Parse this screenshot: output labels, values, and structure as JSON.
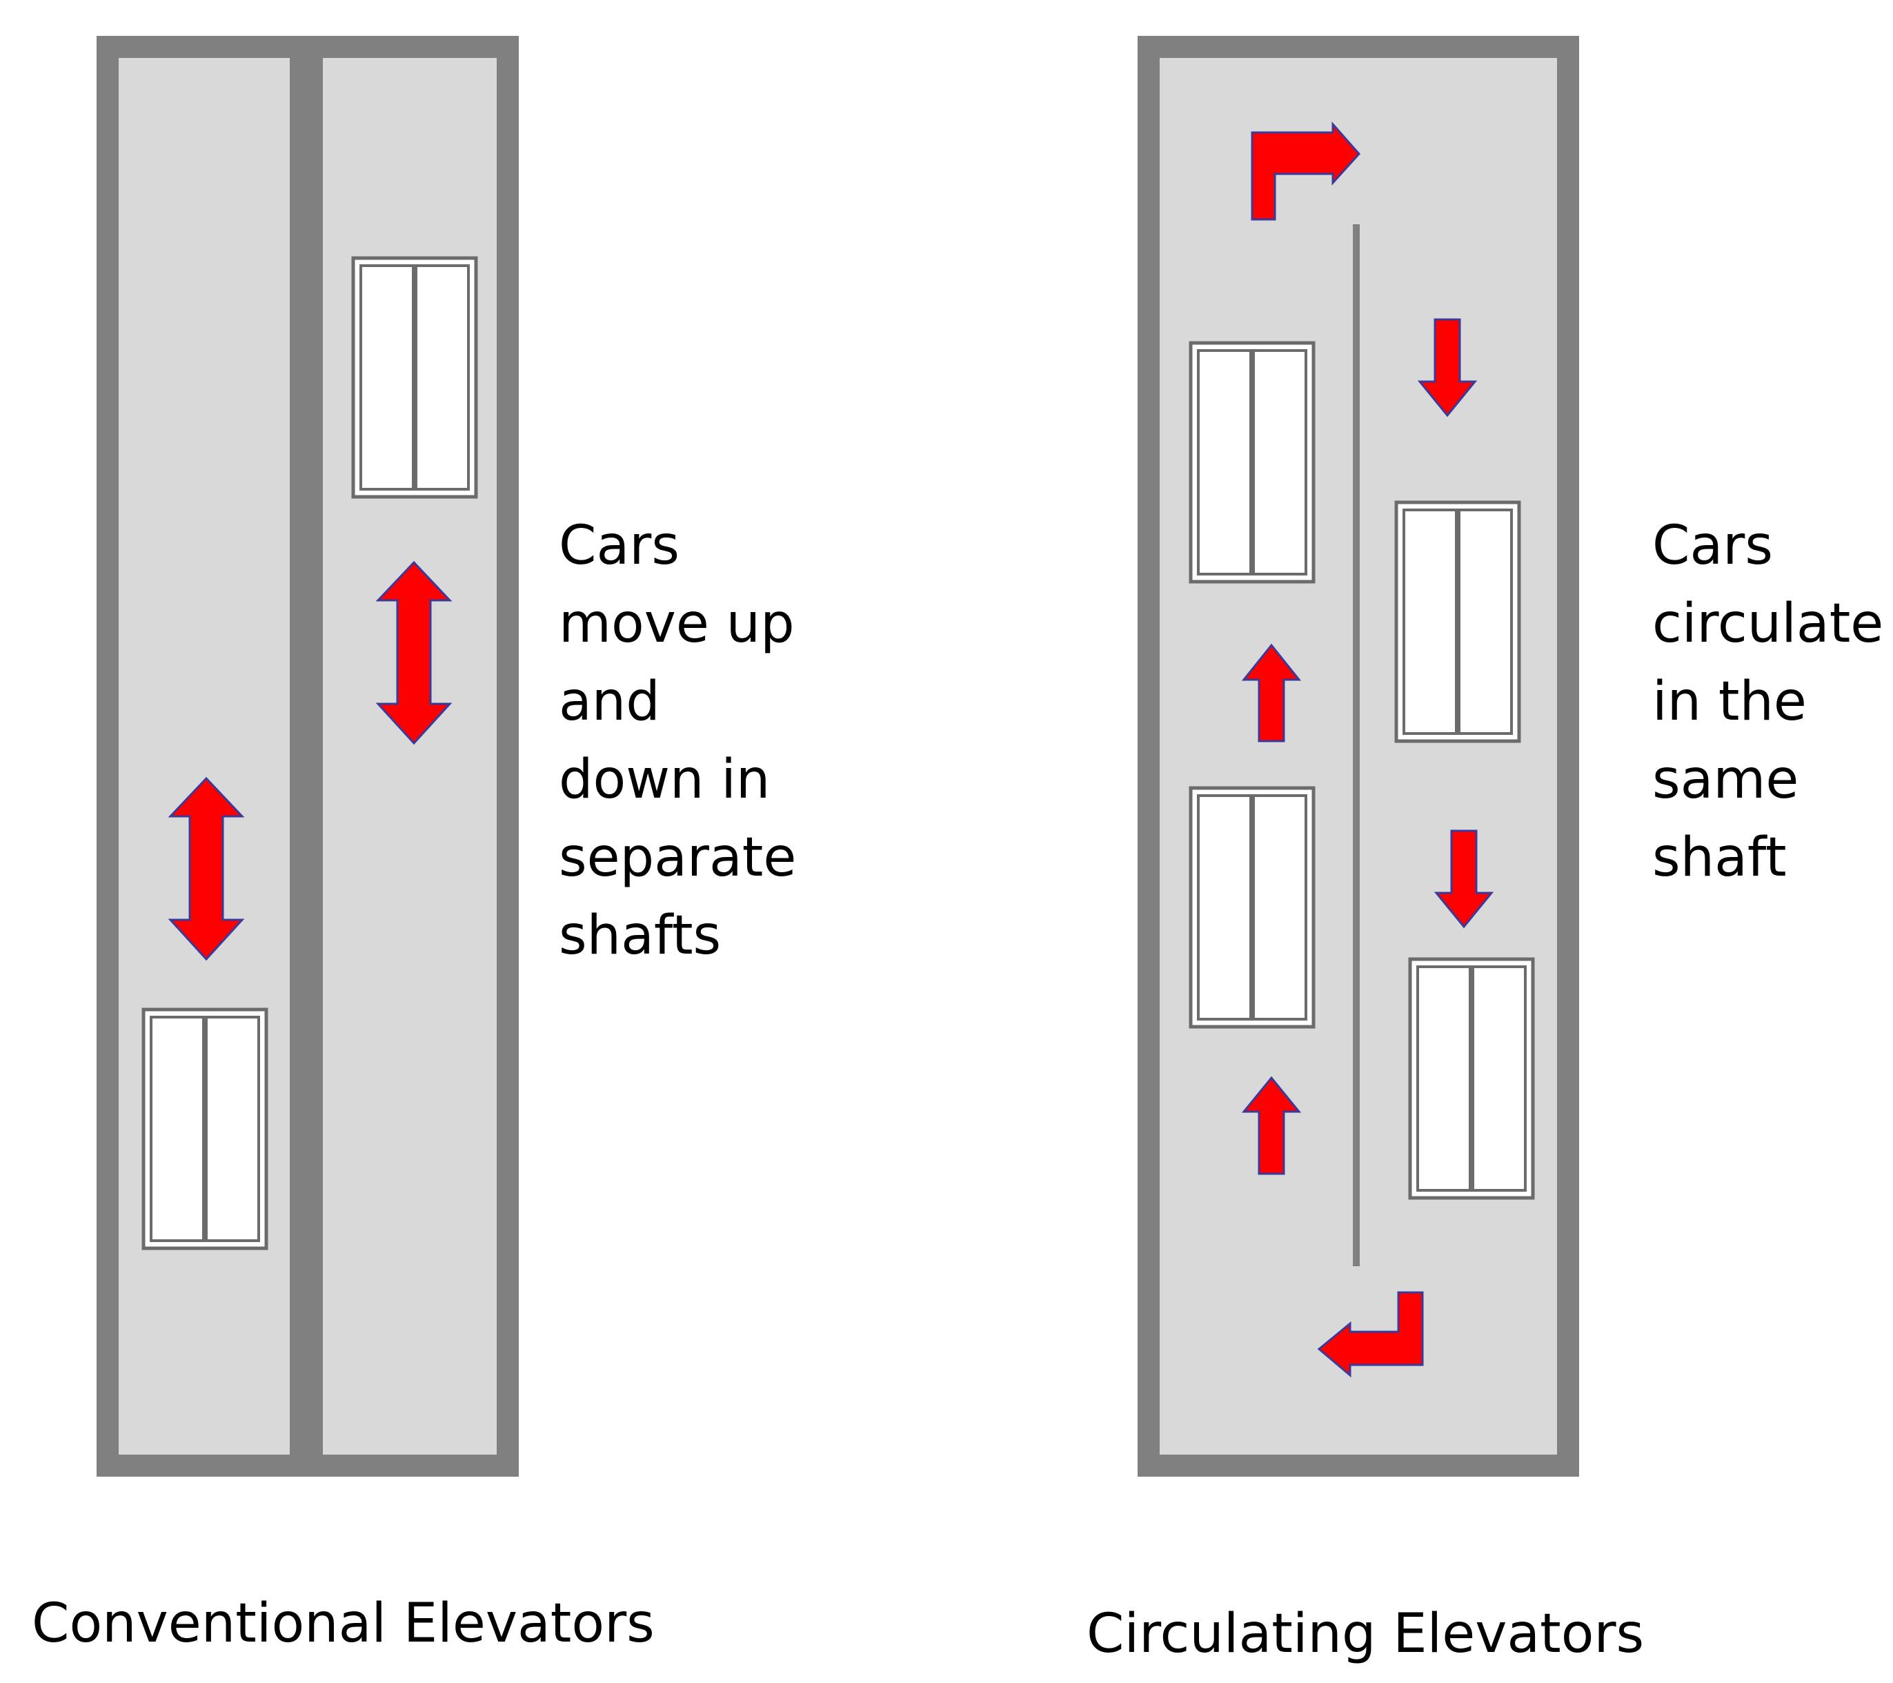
{
  "conventional": {
    "description": [
      "Cars",
      "move up",
      "and",
      "down in",
      "separate",
      "shafts"
    ],
    "caption": "Conventional Elevators"
  },
  "circulating": {
    "description": [
      "Cars",
      "circulate",
      "in the",
      "same",
      "shaft"
    ],
    "caption": "Circulating Elevators"
  },
  "colors": {
    "shaft_frame": "#808080",
    "shaft_fill": "#d9d9d9",
    "arrow": "#ff0000",
    "arrow_outline": "#3a3a9a",
    "car_fill": "#ffffff"
  },
  "icons": [
    "elevator-car-icon",
    "double-arrow-icon",
    "up-arrow-icon",
    "down-arrow-icon",
    "turn-arrow-icon"
  ]
}
